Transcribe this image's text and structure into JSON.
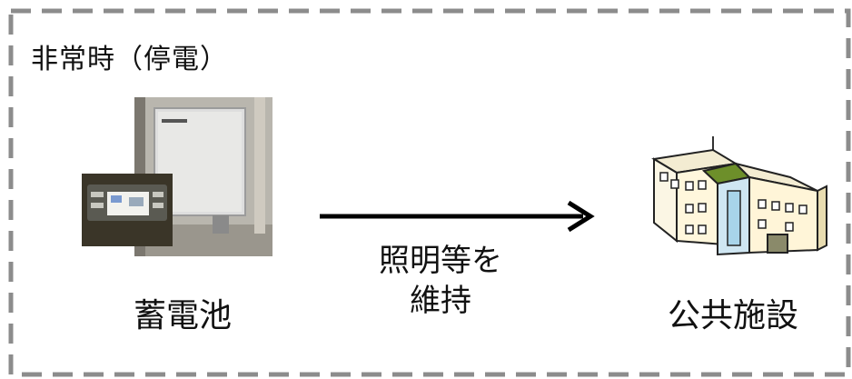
{
  "title": "非常時（停電）",
  "nodes": {
    "battery": {
      "label": "蓄電池",
      "icon": "battery-storage-icon"
    },
    "facility": {
      "label": "公共施設",
      "icon": "public-building-icon"
    }
  },
  "arrow": {
    "line1": "照明等を",
    "line2": "維持"
  }
}
